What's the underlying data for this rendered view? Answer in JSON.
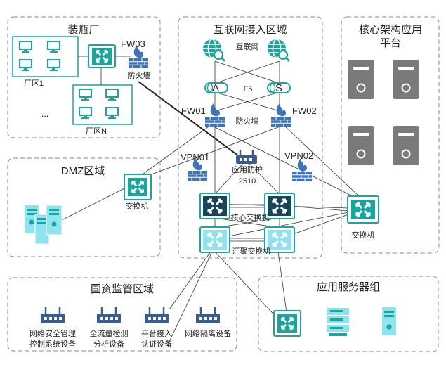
{
  "zones": {
    "factory": "装瓶厂",
    "internet": "互联网接入区域",
    "core_platform": "核心架构应用\n平台",
    "dmz": "DMZ区域",
    "supervision": "国资监管区域",
    "app_servers": "应用服务器组"
  },
  "labels": {
    "fw03": "FW03",
    "fw03_caption": "防火墙",
    "plant1": "厂区1",
    "ellipsis": "...",
    "plantN": "厂区N",
    "internet": "互联网",
    "router_a": "A",
    "router_s": "S",
    "f5": "F5",
    "fw01": "FW01",
    "fw02": "FW02",
    "firewall": "防火墙",
    "vpn01": "VPN01",
    "vpn02": "VPN02",
    "app_protect": "应用防护",
    "app_protect_model": "2510",
    "dmz_switch": "交换机",
    "core_switch": "核心交换机",
    "aggregate_switch": "汇聚交换机",
    "platform_switch": "交换机",
    "dev_security_mgmt": "网络安全管理\n控制系统设备",
    "dev_traffic": "全流量检测\n分析设备",
    "dev_platform_auth": "平台接入\n认证设备",
    "dev_isolation": "网络隔离设备"
  },
  "colors": {
    "teal": "#1aa59d",
    "teal_dark": "#17455a",
    "light_cyan": "#8fe3ee",
    "navy": "#3b5c8c",
    "fire": "#3e74b8",
    "server_gray": "#7a7a7a",
    "zone_border": "#8a8a8a"
  }
}
